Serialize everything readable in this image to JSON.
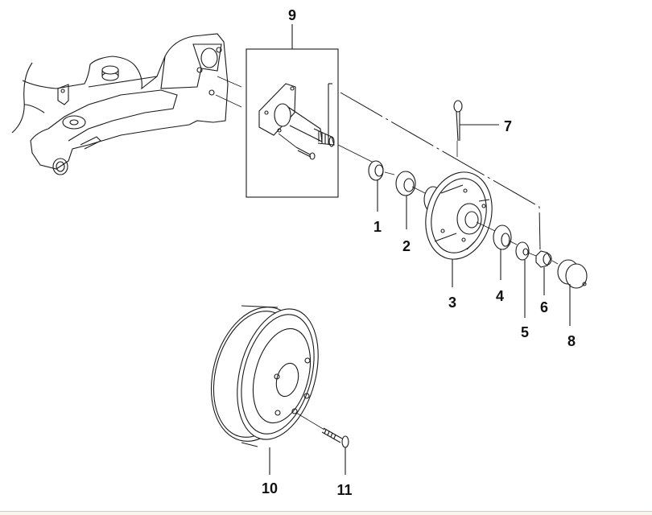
{
  "diagram": {
    "title": "",
    "type": "exploded-parts-diagram",
    "callouts": [
      {
        "id": "1",
        "label": "1",
        "part": "bearing-race-inner"
      },
      {
        "id": "2",
        "label": "2",
        "part": "inner-bearing"
      },
      {
        "id": "3",
        "label": "3",
        "part": "hub"
      },
      {
        "id": "4",
        "label": "4",
        "part": "outer-bearing"
      },
      {
        "id": "5",
        "label": "5",
        "part": "washer"
      },
      {
        "id": "6",
        "label": "6",
        "part": "castle-nut"
      },
      {
        "id": "7",
        "label": "7",
        "part": "cotter-pin"
      },
      {
        "id": "8",
        "label": "8",
        "part": "hub-cap"
      },
      {
        "id": "9",
        "label": "9",
        "part": "spindle-assembly"
      },
      {
        "id": "10",
        "label": "10",
        "part": "brake-drum"
      },
      {
        "id": "11",
        "label": "11",
        "part": "drum-screw"
      }
    ]
  },
  "colors": {
    "line": "#1a1a1a",
    "background": "#ffffff"
  }
}
